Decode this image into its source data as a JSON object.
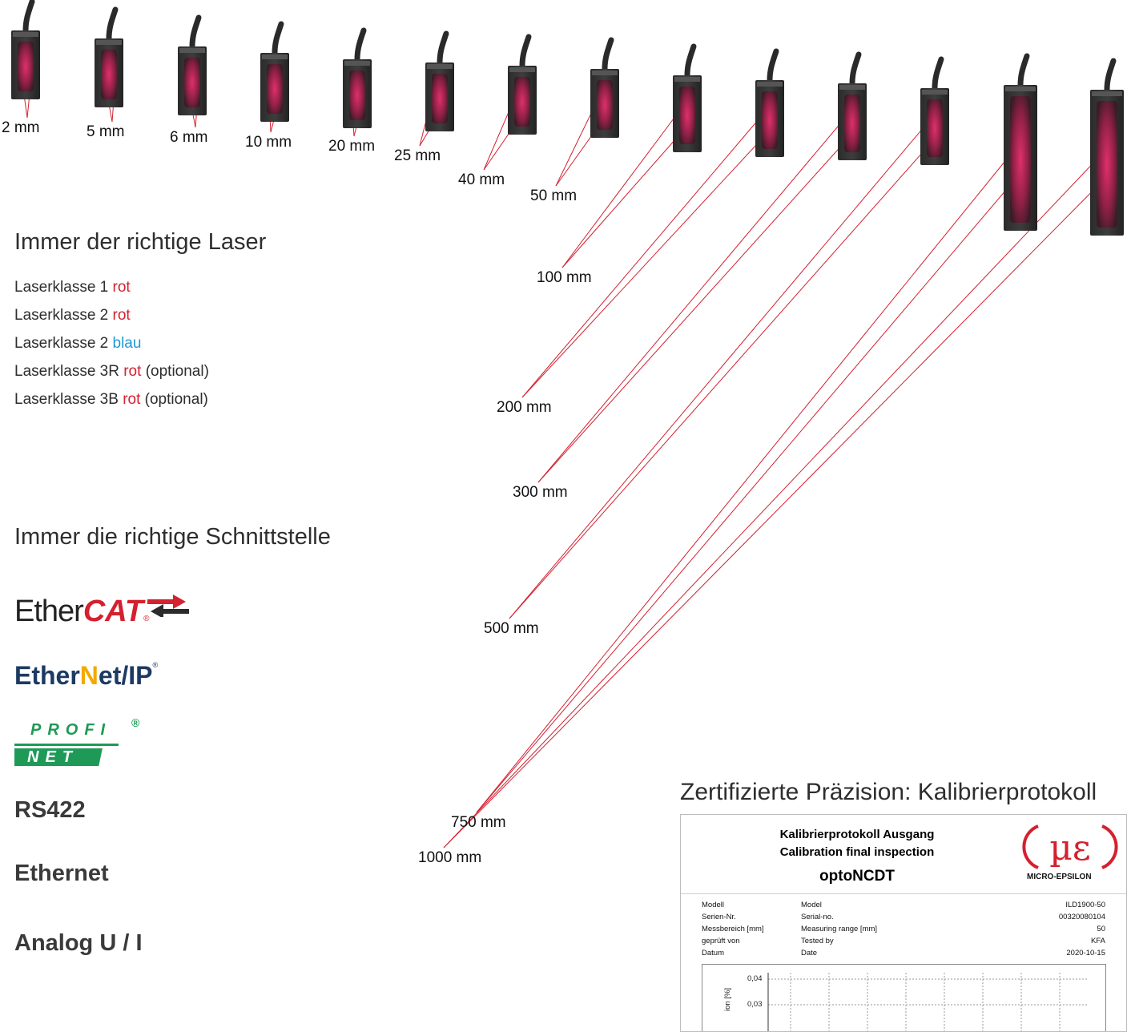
{
  "sensors": [
    {
      "label": "2 mm"
    },
    {
      "label": "5 mm"
    },
    {
      "label": "6 mm"
    },
    {
      "label": "10 mm"
    },
    {
      "label": "20 mm"
    },
    {
      "label": "25 mm"
    },
    {
      "label": "40 mm"
    },
    {
      "label": "50 mm"
    },
    {
      "label": "100 mm"
    },
    {
      "label": "200 mm"
    },
    {
      "label": "300 mm"
    },
    {
      "label": "500 mm"
    },
    {
      "label": "750 mm"
    },
    {
      "label": "1000 mm"
    }
  ],
  "laser": {
    "heading": "Immer der richtige Laser",
    "items": [
      {
        "text": "Laserklasse 1",
        "color_word": "rot",
        "suffix": ""
      },
      {
        "text": "Laserklasse 2",
        "color_word": "rot",
        "suffix": ""
      },
      {
        "text": "Laserklasse 2",
        "color_word": "blau",
        "suffix": ""
      },
      {
        "text": "Laserklasse 3R",
        "color_word": "rot",
        "suffix": "(optional)"
      },
      {
        "text": "Laserklasse 3B",
        "color_word": "rot",
        "suffix": "(optional)"
      }
    ]
  },
  "interfaces": {
    "heading": "Immer die richtige Schnittstelle",
    "ethercat": {
      "part1": "Ether",
      "part2": "CAT",
      "reg": "®"
    },
    "ethernetip": {
      "part1": "Ether",
      "part2": "et/IP",
      "reg": "®"
    },
    "profinet": {
      "line1": "PROFI",
      "line2": "NET",
      "reg": "®"
    },
    "rs422": "RS422",
    "ethernet": "Ethernet",
    "analog": "Analog U / I"
  },
  "calibration": {
    "heading": "Zertifizierte Präzision: Kalibrierprotokoll",
    "title_de": "Kalibrierprotokoll Ausgang",
    "title_en": "Calibration final inspection",
    "product": "optoNCDT",
    "logo_mark": "µɛ",
    "logo_text": "MICRO-EPSILON",
    "rows": [
      {
        "de": "Modell",
        "en": "Model",
        "value": "ILD1900-50"
      },
      {
        "de": "Serien-Nr.",
        "en": "Serial-no.",
        "value": "00320080104"
      },
      {
        "de": "Messbereich [mm]",
        "en": "Measuring range [mm]",
        "value": "50"
      },
      {
        "de": "geprüft von",
        "en": "Tested by",
        "value": "KFA"
      },
      {
        "de": "Datum",
        "en": "Date",
        "value": "2020-10-15"
      }
    ],
    "chart_data": {
      "type": "line",
      "ylabel": "ion [%]",
      "yticks": [
        "0,04",
        "0,03"
      ]
    }
  },
  "colors": {
    "laser_red": "#d4202f",
    "laser_blue": "#1e9ad6",
    "ethercat_red": "#d4202f",
    "ethernetip_navy": "#1d3a63",
    "profinet_green": "#1e9a56"
  }
}
